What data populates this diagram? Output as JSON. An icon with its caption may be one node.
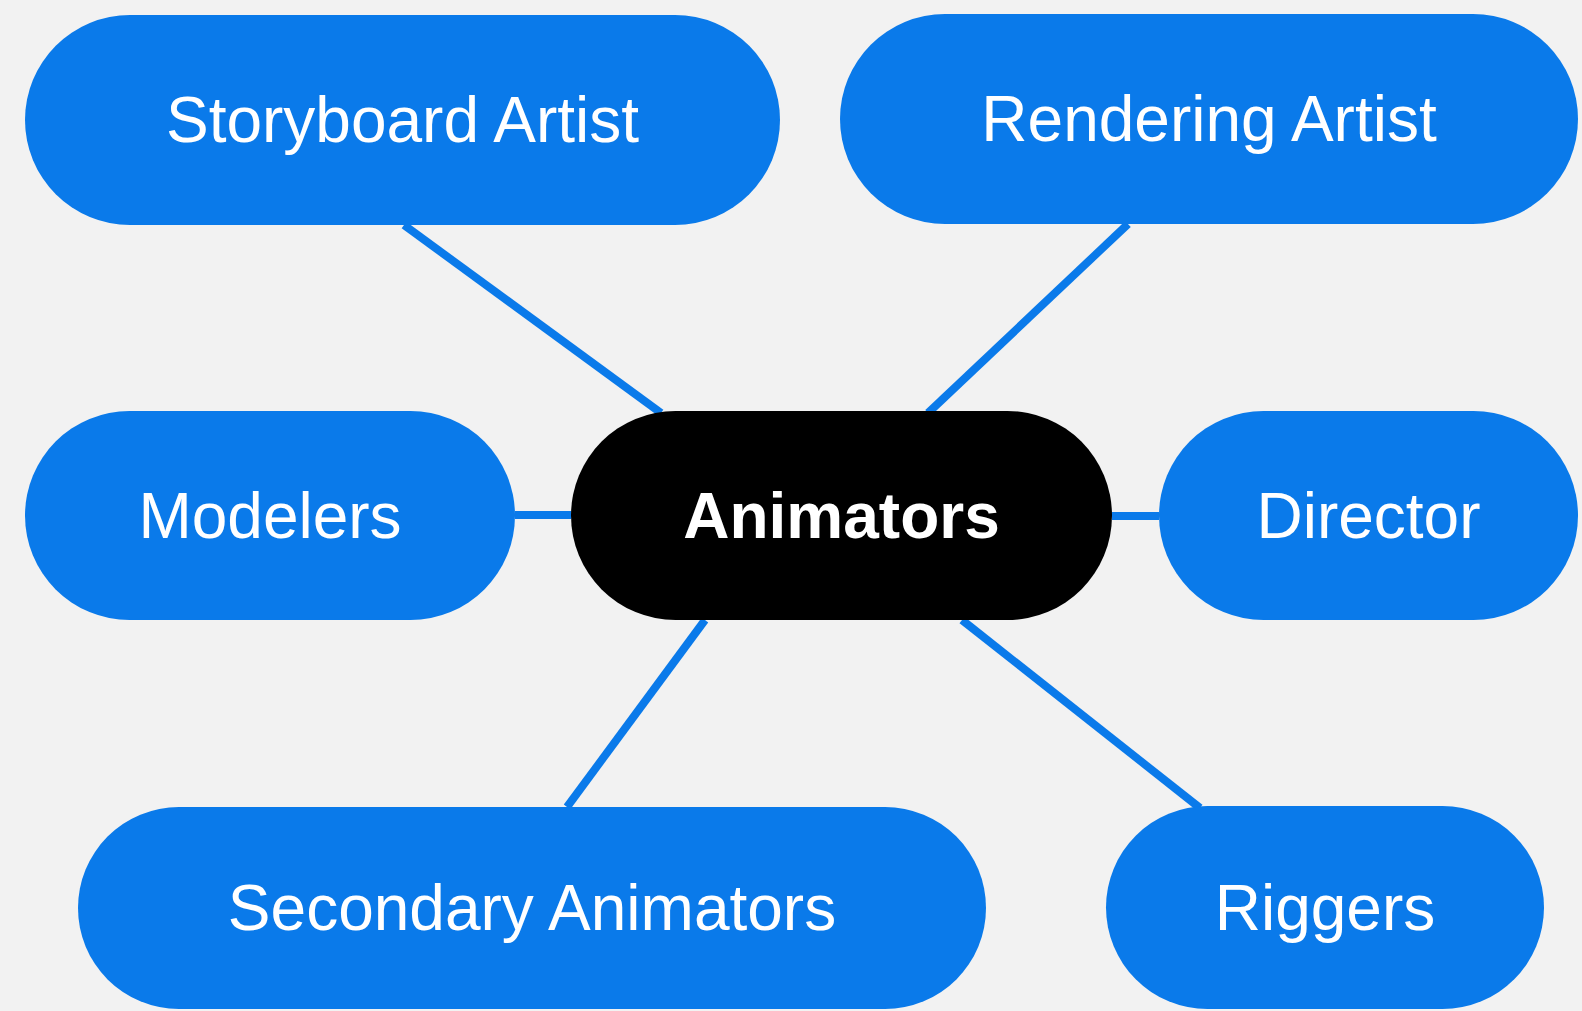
{
  "diagram": {
    "nodes": [
      {
        "text": [
          "Storyboard Artist"
        ]
      },
      {
        "text": [
          "Rendering Artist"
        ]
      },
      {
        "text": [
          "Modelers"
        ]
      },
      {
        "text": [
          "Animators"
        ]
      },
      {
        "text": [
          "Director"
        ]
      },
      {
        "text": [
          "Secondary Animators"
        ]
      },
      {
        "text": [
          "Riggers"
        ]
      }
    ],
    "edges": [
      {
        "from": 3,
        "to": 0,
        "arrow": "none"
      },
      {
        "from": 3,
        "to": 1,
        "arrow": "none"
      },
      {
        "from": 3,
        "to": 2,
        "arrow": "none"
      },
      {
        "from": 3,
        "to": 4,
        "arrow": "none"
      },
      {
        "from": 3,
        "to": 5,
        "arrow": "none"
      },
      {
        "from": 3,
        "to": 6,
        "arrow": "none"
      }
    ]
  }
}
